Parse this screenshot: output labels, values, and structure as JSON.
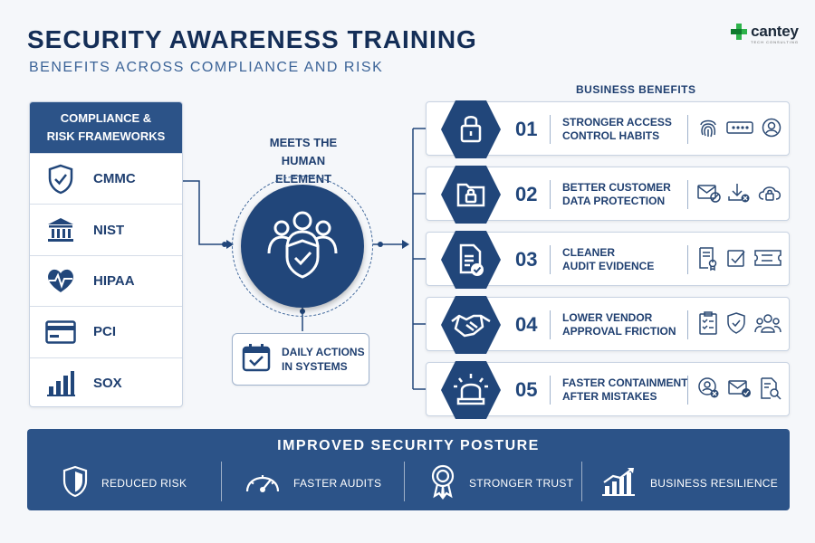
{
  "header": {
    "title": "SECURITY AWARENESS TRAINING",
    "subtitle": "BENEFITS ACROSS COMPLIANCE AND RISK"
  },
  "logo": {
    "brand": "cantey",
    "tagline": "TECH CONSULTING",
    "colors": [
      "#0f7a2e",
      "#2db34a",
      "#1c2a3a"
    ]
  },
  "frameworks": {
    "title_line1": "COMPLIANCE &",
    "title_line2": "RISK FRAMEWORKS",
    "items": [
      {
        "label": "CMMC",
        "icon": "shield-check-icon"
      },
      {
        "label": "NIST",
        "icon": "building-columns-icon"
      },
      {
        "label": "HIPAA",
        "icon": "heart-pulse-icon"
      },
      {
        "label": "PCI",
        "icon": "credit-card-icon"
      },
      {
        "label": "SOX",
        "icon": "bar-chart-icon"
      }
    ]
  },
  "center": {
    "meets_line1": "MEETS THE",
    "meets_line2": "HUMAN ELEMENT",
    "hub_icon": "people-shield-icon",
    "daily_line1": "DAILY ACTIONS",
    "daily_line2": "IN SYSTEMS",
    "daily_icon": "calendar-check-icon"
  },
  "benefits": {
    "title": "BUSINESS BENEFITS",
    "items": [
      {
        "num": "01",
        "line1": "STRONGER ACCESS",
        "line2": "CONTROL HABITS",
        "hex_icon": "lock-icon",
        "icons": [
          "fingerprint-icon",
          "password-field-icon",
          "user-circle-icon"
        ]
      },
      {
        "num": "02",
        "line1": "BETTER CUSTOMER",
        "line2": "DATA PROTECTION",
        "hex_icon": "folder-lock-icon",
        "icons": [
          "mail-blocked-icon",
          "download-blocked-icon",
          "cloud-lock-icon"
        ]
      },
      {
        "num": "03",
        "line1": "CLEANER",
        "line2": "AUDIT EVIDENCE",
        "hex_icon": "document-check-icon",
        "icons": [
          "certificate-icon",
          "checkbox-icon",
          "ticket-icon"
        ]
      },
      {
        "num": "04",
        "line1": "LOWER VENDOR",
        "line2": "APPROVAL FRICTION",
        "hex_icon": "handshake-icon",
        "icons": [
          "checklist-icon",
          "shield-check-icon",
          "team-icon"
        ]
      },
      {
        "num": "05",
        "line1": "FASTER CONTAINMENT",
        "line2": "AFTER MISTAKES",
        "hex_icon": "alarm-light-icon",
        "icons": [
          "user-remove-icon",
          "mail-check-icon",
          "document-search-icon"
        ]
      }
    ]
  },
  "posture": {
    "title": "IMPROVED SECURITY POSTURE",
    "items": [
      {
        "label": "REDUCED RISK",
        "icon": "shield-icon"
      },
      {
        "label": "FASTER AUDITS",
        "icon": "speedometer-icon"
      },
      {
        "label": "STRONGER TRUST",
        "icon": "award-ribbon-icon"
      },
      {
        "label": "BUSINESS RESILIENCE",
        "icon": "growth-chart-icon"
      }
    ]
  },
  "colors": {
    "navy": "#21467a",
    "panel_header": "#2c5388",
    "text": "#1f3f70",
    "background": "#f5f7fa"
  }
}
